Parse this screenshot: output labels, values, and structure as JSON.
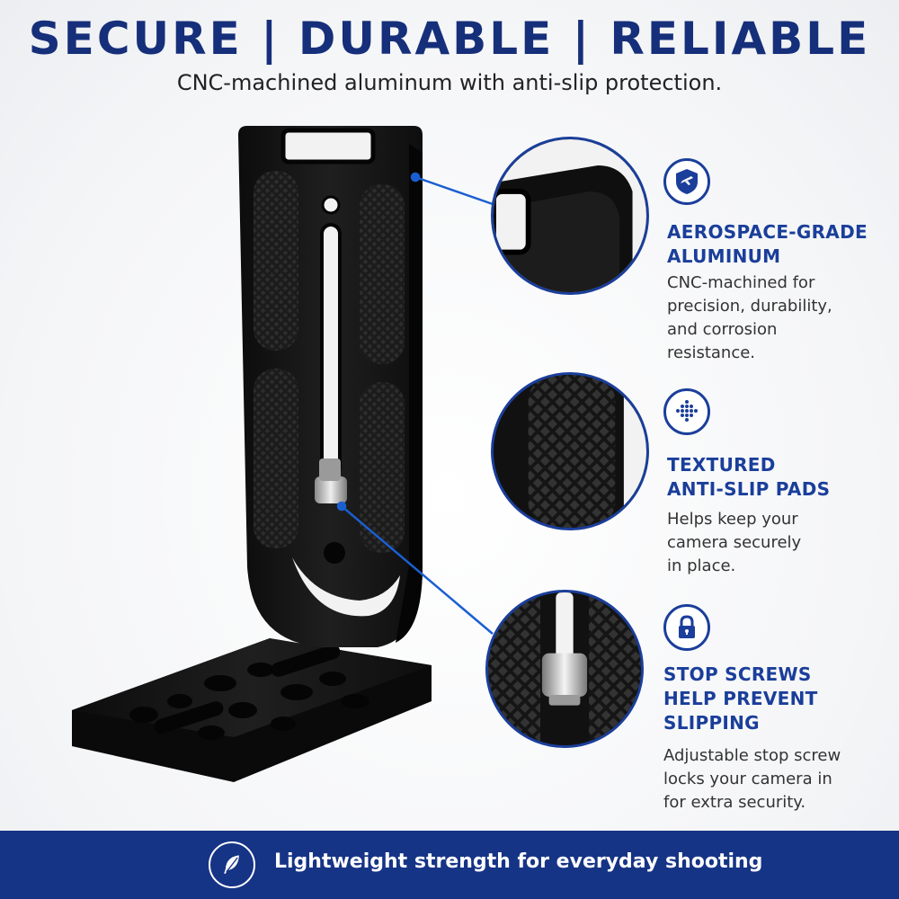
{
  "header": {
    "headline": "SECURE | DURABLE | RELIABLE",
    "subheadline": "CNC-machined aluminum with anti-slip protection."
  },
  "features": [
    {
      "icon": "shield-airplane-icon",
      "title": "AEROSPACE-GRADE\nALUMINUM",
      "description": "CNC-machined for\nprecision, durability,\nand corrosion\nresistance."
    },
    {
      "icon": "texture-grid-icon",
      "title": "TEXTURED\nANTI-SLIP PADS",
      "description": "Helps keep your\ncamera securely\nin place."
    },
    {
      "icon": "padlock-icon",
      "title": "STOP SCREWS\nHELP PREVENT\nSLIPPING",
      "description": "Adjustable stop screw\nlocks your camera in\nfor extra security."
    }
  ],
  "footer": {
    "icon": "feather-icon",
    "text": "Lightweight strength for everyday shooting"
  },
  "colors": {
    "brand_blue": "#163486",
    "accent_blue": "#1a3e9a",
    "product_black": "#141414"
  }
}
